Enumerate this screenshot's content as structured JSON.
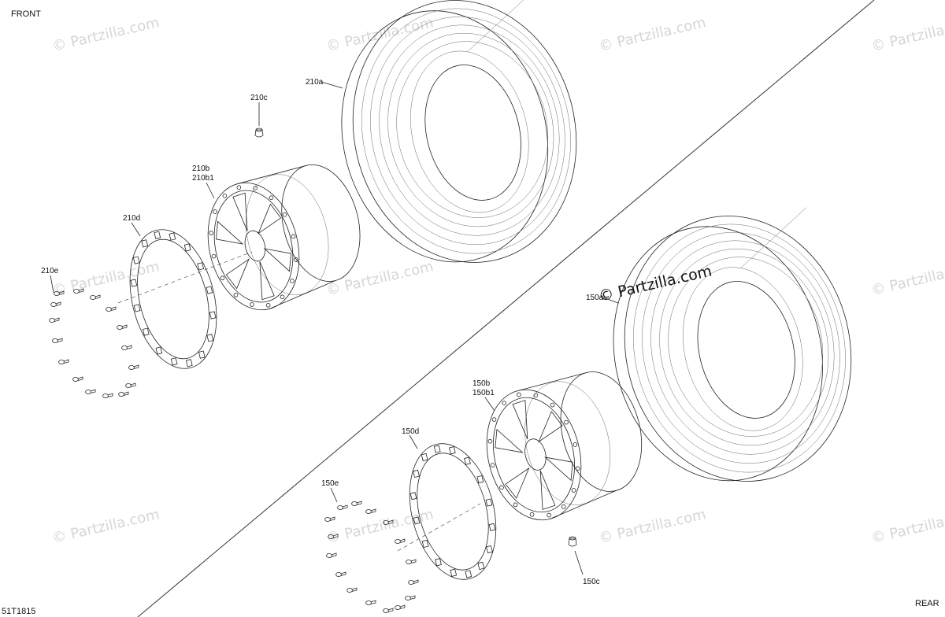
{
  "view_labels": {
    "front": "FRONT",
    "rear": "REAR",
    "drawing_number": "51T1815"
  },
  "watermark": {
    "text": "© Partzilla.com",
    "color": "#d6d6d6"
  },
  "brand_stamp": "© Partzilla.com",
  "callouts": {
    "front_tire": "210a",
    "front_wheel": "210b",
    "front_wheel_alt": "210b1",
    "front_valve": "210c",
    "front_ring": "210d",
    "front_bolts": "210e",
    "rear_tire": "150a",
    "rear_wheel": "150b",
    "rear_wheel_alt": "150b1",
    "rear_valve": "150c",
    "rear_ring": "150d",
    "rear_bolts": "150e"
  },
  "icons": [
    "valve-stem-icon",
    "bolt-icon",
    "tire-icon",
    "rim-icon",
    "beadlock-ring-icon"
  ],
  "colors": {
    "line": "#222222",
    "background": "#ffffff"
  }
}
